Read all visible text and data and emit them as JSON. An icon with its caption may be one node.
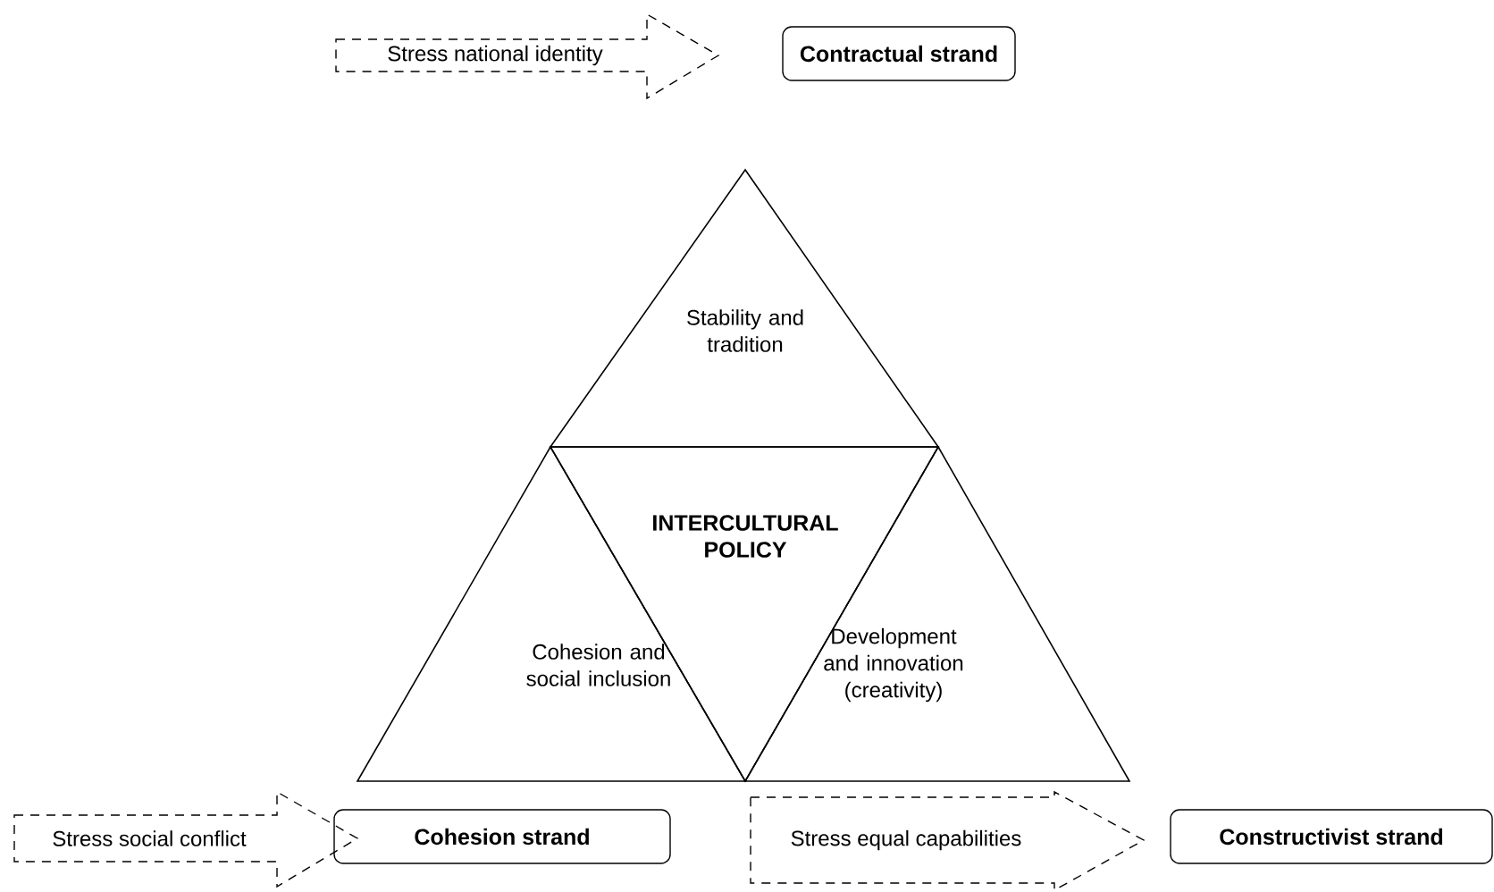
{
  "diagram": {
    "nodes": [
      {
        "text": [
          "Stress national identity"
        ]
      },
      {
        "text": [
          "Contractual strand"
        ]
      },
      {
        "text": [
          "Stability and tradition"
        ]
      },
      {
        "text": [
          "INTERCULTURAL POLICY"
        ]
      },
      {
        "text": [
          "Cohesion and social inclusion"
        ]
      },
      {
        "text": [
          "Development and innovation (creativity)"
        ]
      },
      {
        "text": [
          "Stress social conflict"
        ]
      },
      {
        "text": [
          "Cohesion strand"
        ]
      },
      {
        "text": [
          "Stress equal capabilities"
        ]
      },
      {
        "text": [
          "Constructivist strand"
        ]
      }
    ]
  }
}
